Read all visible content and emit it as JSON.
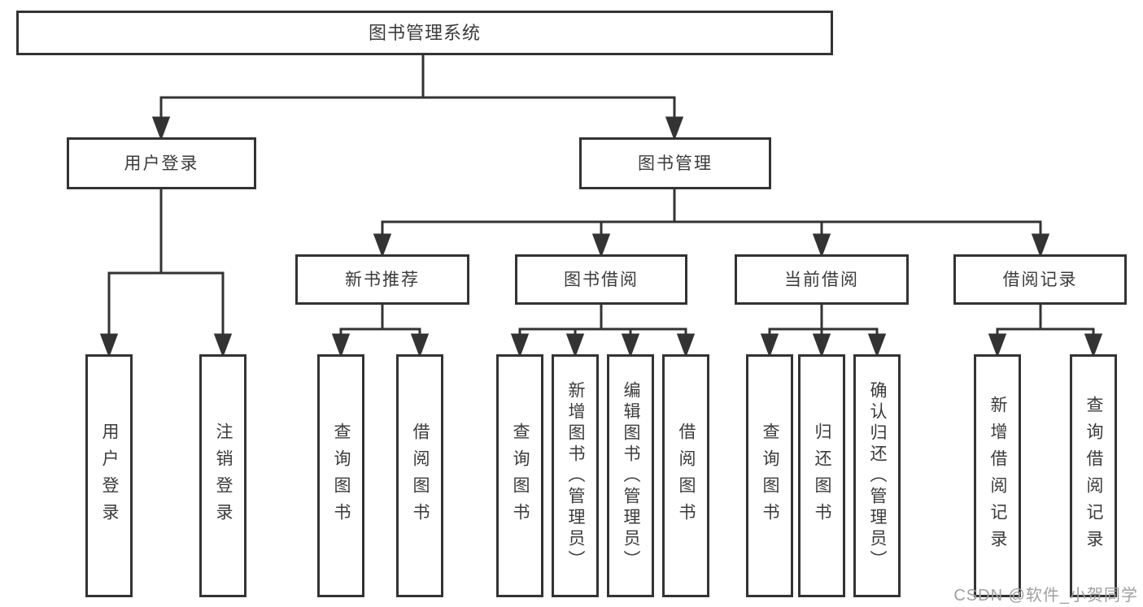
{
  "tree": {
    "label": "图书管理系统",
    "children": [
      {
        "label": "用户登录",
        "children": [
          {
            "label": "用户登录"
          },
          {
            "label": "注销登录"
          }
        ]
      },
      {
        "label": "图书管理",
        "children": [
          {
            "label": "新书推荐",
            "children": [
              {
                "label": "查询图书"
              },
              {
                "label": "借阅图书"
              }
            ]
          },
          {
            "label": "图书借阅",
            "children": [
              {
                "label": "查询图书"
              },
              {
                "label": "新增图书（管理员）"
              },
              {
                "label": "编辑图书（管理员）"
              },
              {
                "label": "借阅图书"
              }
            ]
          },
          {
            "label": "当前借阅",
            "children": [
              {
                "label": "查询图书"
              },
              {
                "label": "归还图书"
              },
              {
                "label": "确认归还（管理员）"
              }
            ]
          },
          {
            "label": "借阅记录",
            "children": [
              {
                "label": "新增借阅记录"
              },
              {
                "label": "查询借阅记录"
              }
            ]
          }
        ]
      }
    ]
  },
  "watermark": {
    "text": "CSDN @软件_小贺同学"
  },
  "colors": {
    "line": "#333333",
    "box_border": "#333333",
    "text": "#3b3b3b",
    "background": "#ffffff",
    "watermark_text": "#a0a0a0"
  }
}
